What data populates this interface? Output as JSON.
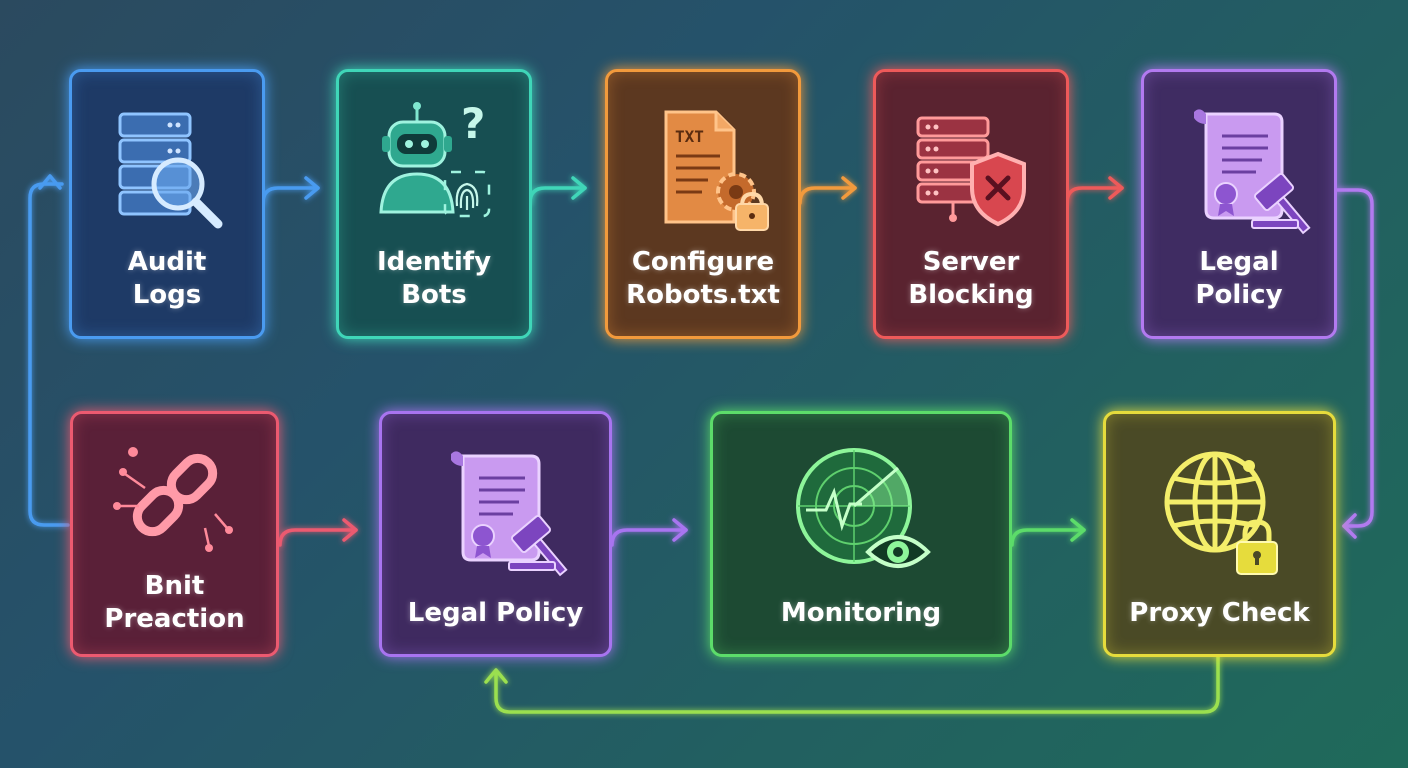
{
  "nodes": {
    "audit": {
      "label": "Audit\nLogs",
      "color": "#4a9bf0",
      "fill": "#1e3a66",
      "icon": "server-search-icon"
    },
    "identify": {
      "label": "Identify\nBots",
      "color": "#3fd6b8",
      "fill": "#174f52",
      "icon": "robot-fingerprint-icon"
    },
    "configure": {
      "label": "Configure\nRobots.txt",
      "color": "#f29a3c",
      "fill": "#5c3820",
      "icon": "txt-file-lock-icon"
    },
    "server": {
      "label": "Server\nBlocking",
      "color": "#ee5a5a",
      "fill": "#5a2330",
      "icon": "server-shield-icon"
    },
    "legal1": {
      "label": "Legal\nPolicy",
      "color": "#b27af0",
      "fill": "#3f2c62",
      "icon": "legal-document-gavel-icon"
    },
    "bnit": {
      "label": "Bnit\nPreaction",
      "color": "#ec5a70",
      "fill": "#5a2038",
      "icon": "broken-chain-icon"
    },
    "legal2": {
      "label": "Legal Policy",
      "color": "#a874f0",
      "fill": "#3f2a60",
      "icon": "legal-document-gavel-icon"
    },
    "monitor": {
      "label": "Monitoring",
      "color": "#5cdc6a",
      "fill": "#1d4a33",
      "icon": "radar-eye-icon"
    },
    "proxy": {
      "label": "Proxy Check",
      "color": "#e6dc3c",
      "fill": "#4a4a26",
      "icon": "globe-lock-icon"
    }
  },
  "flow": [
    [
      "audit",
      "identify"
    ],
    [
      "identify",
      "configure"
    ],
    [
      "configure",
      "server"
    ],
    [
      "server",
      "legal1"
    ],
    [
      "legal1",
      "proxy"
    ],
    [
      "proxy",
      "monitor"
    ],
    [
      "monitor",
      "legal2"
    ],
    [
      "legal2",
      "bnit"
    ],
    [
      "bnit",
      "audit"
    ],
    [
      "proxy",
      "legal2"
    ]
  ]
}
